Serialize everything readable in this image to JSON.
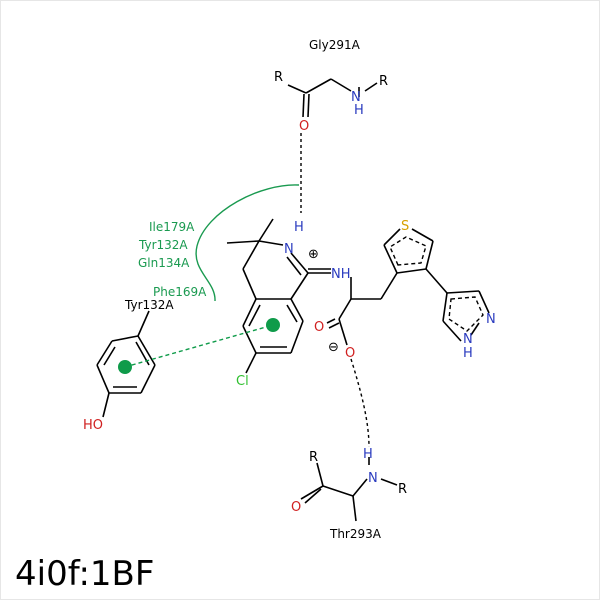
{
  "residues": {
    "gly": "Gly291A",
    "tyr_contact": "Tyr132A",
    "thr": "Thr293A"
  },
  "hydrophobic": {
    "ile": "Ile179A",
    "tyr": "Tyr132A",
    "gln": "Gln134A",
    "phe": "Phe169A"
  },
  "atoms": {
    "r1": "R",
    "n_gly": "N",
    "h_gly": "H",
    "r2": "R",
    "o_gly": "O",
    "n_im": "N",
    "h_im": "H",
    "plus": "⊕",
    "nh": "NH",
    "s": "S",
    "n_pz": "N",
    "nh_pz": "N",
    "h_pz": "H",
    "o_carb": "O",
    "minus": "⊖",
    "o_carb2": "O",
    "cl": "Cl",
    "ho": "HO",
    "h_thr": "H",
    "n_thr": "N",
    "r3": "R",
    "r4": "R",
    "o_thr": "O"
  },
  "colors": {
    "nitrogen": "#2a3bbf",
    "oxygen": "#d02020",
    "sulfur": "#d6a000",
    "chlorine": "#30c030",
    "hydrophobic": "#1a9a50",
    "pi_center": "#0f9b4a"
  },
  "pdb_code": "4i0f:1BF"
}
